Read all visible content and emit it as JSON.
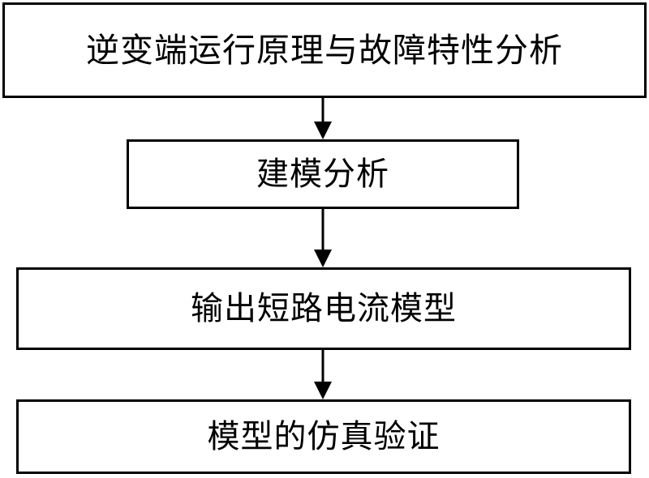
{
  "flowchart": {
    "steps": [
      {
        "label": "逆变端运行原理与故障特性分析"
      },
      {
        "label": "建模分析"
      },
      {
        "label": "输出短路电流模型"
      },
      {
        "label": "模型的仿真验证"
      }
    ]
  },
  "colors": {
    "stroke": "#000000",
    "fill": "#ffffff",
    "text": "#000000"
  }
}
